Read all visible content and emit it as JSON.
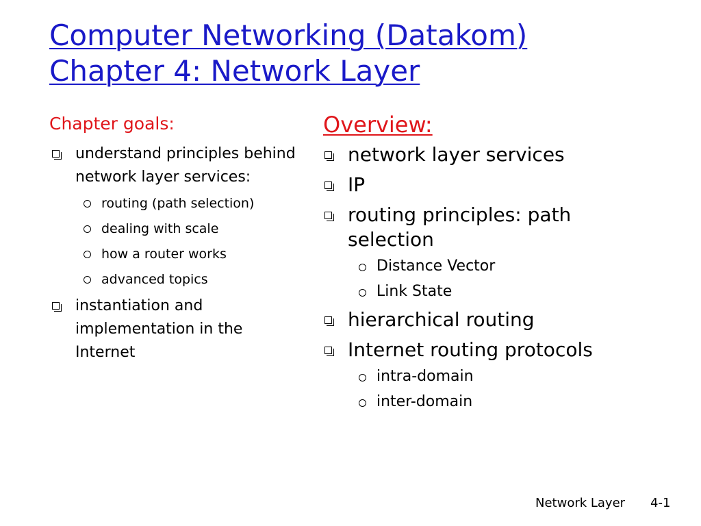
{
  "title": {
    "line1": "Computer Networking (Datakom)",
    "line2": "Chapter 4: Network Layer"
  },
  "goals": {
    "heading": "Chapter goals:",
    "items": [
      {
        "text": "understand principles behind network layer services:",
        "sub": [
          "routing (path selection)",
          "dealing with scale",
          "how a router works",
          "advanced topics"
        ]
      },
      {
        "text": "instantiation and implementation in the Internet",
        "sub": []
      }
    ]
  },
  "overview": {
    "heading": "Overview:",
    "items": [
      {
        "text": "network layer services",
        "sub": []
      },
      {
        "text": "IP",
        "sub": []
      },
      {
        "text": "routing principles: path selection",
        "sub": [
          "Distance Vector",
          "Link State"
        ]
      },
      {
        "text": "hierarchical routing",
        "sub": []
      },
      {
        "text": "Internet routing protocols",
        "sub": [
          "intra-domain",
          "inter-domain"
        ]
      }
    ]
  },
  "footer": {
    "label": "Network Layer",
    "page": "4-1"
  },
  "colors": {
    "title": "#1a1ac8",
    "heading": "#e0161b",
    "text": "#000000",
    "background": "#ffffff"
  },
  "icons": {
    "level1_bullet": "shadowed-square-bullet-icon",
    "level2_bullet": "hollow-circle-bullet-icon"
  }
}
